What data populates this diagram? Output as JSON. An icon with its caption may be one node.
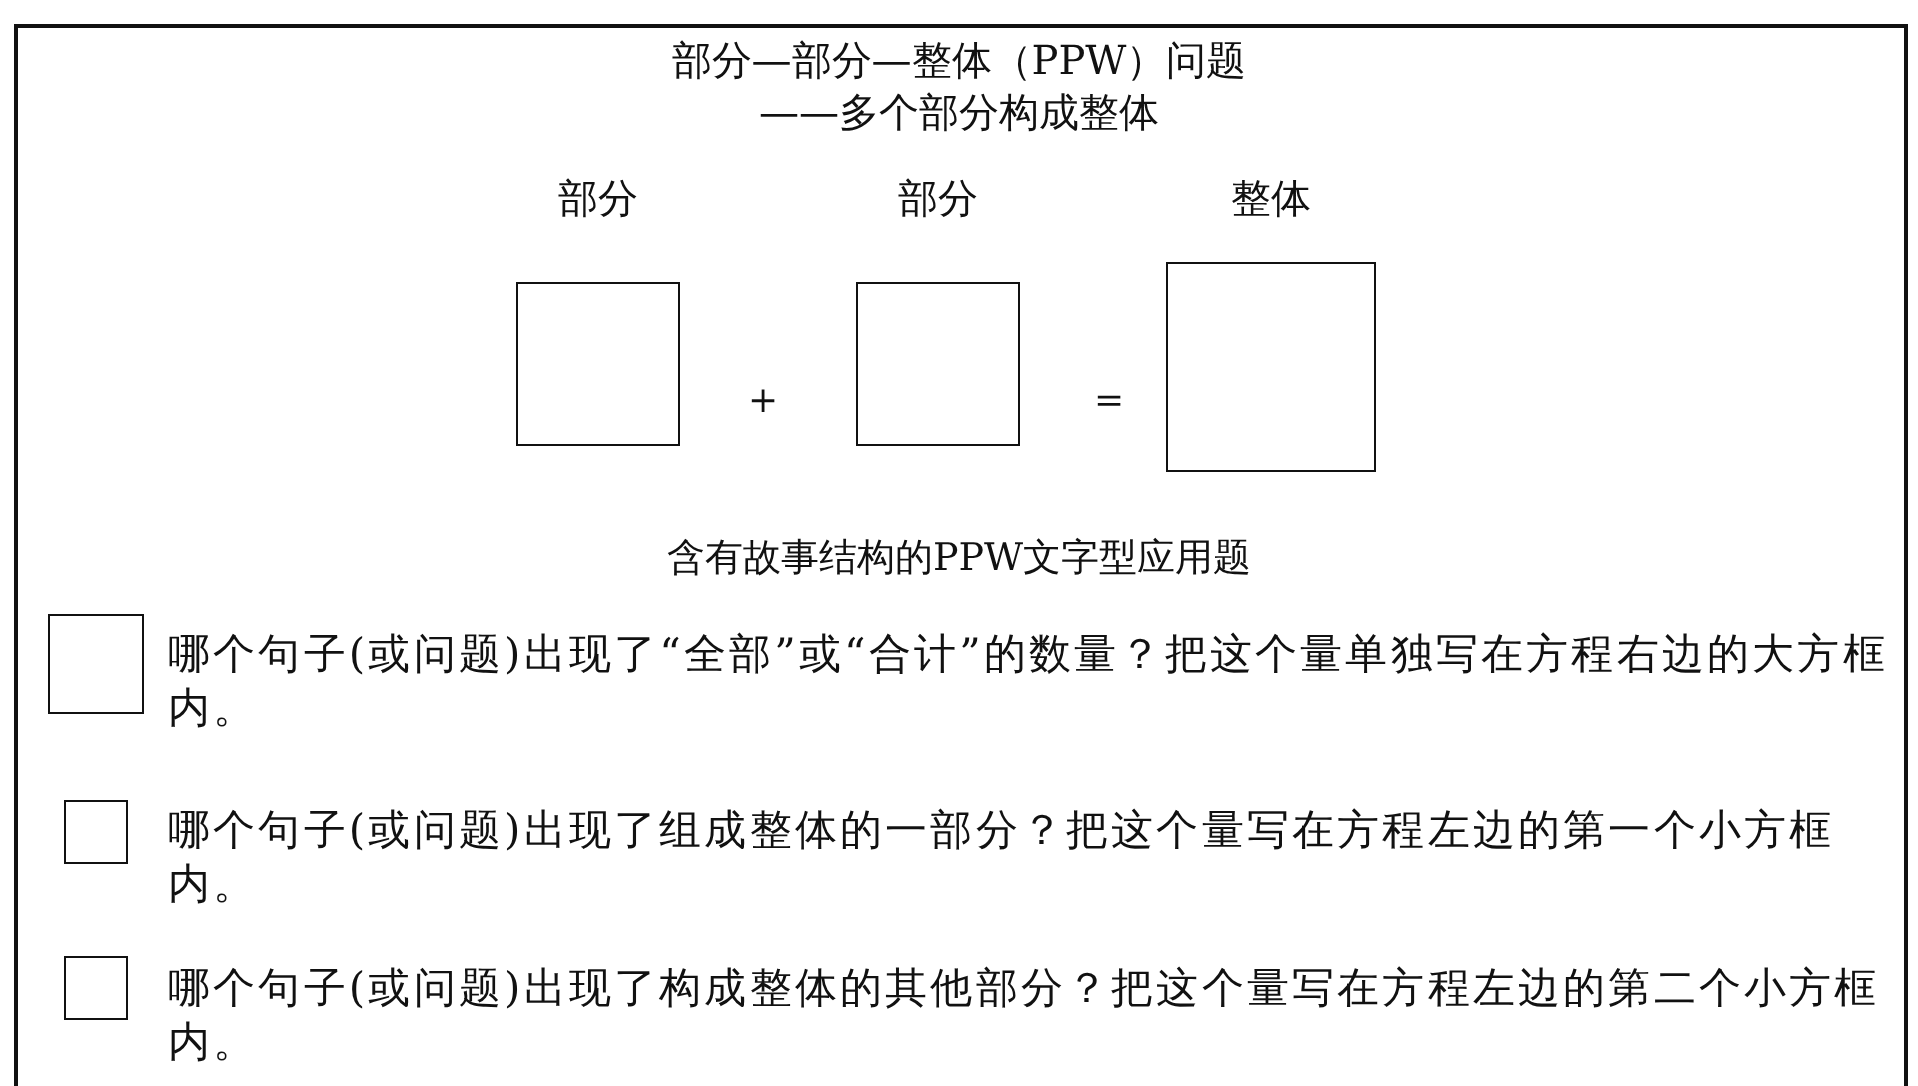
{
  "diagram": {
    "title": "部分—部分—整体（PPW）问题",
    "nodes": [
      {
        "text": [
          "部分"
        ]
      },
      {
        "text": [
          "部分"
        ]
      },
      {
        "text": [
          "整体"
        ]
      },
      {
        "text": [],
        "shape": "box",
        "beside": [
          "哪个句子(或问题)出现了“全部”或“合计”的数量？把这个量单独写在方程右边的大方框内。"
        ]
      },
      {
        "text": [],
        "shape": "box",
        "beside": [
          "哪个句子(或问题)出现了组成整体的一部分？把这个量写在方程左边的第一个小方框内。"
        ]
      },
      {
        "text": [],
        "shape": "box",
        "beside": [
          "哪个句子(或问题)出现了构成整体的其他部分？把这个量写在方程左边的第二个小方框内。"
        ]
      }
    ],
    "labels": [
      "——多个部分构成整体",
      "+",
      "=",
      "含有故事结构的PPW文字型应用题"
    ]
  }
}
